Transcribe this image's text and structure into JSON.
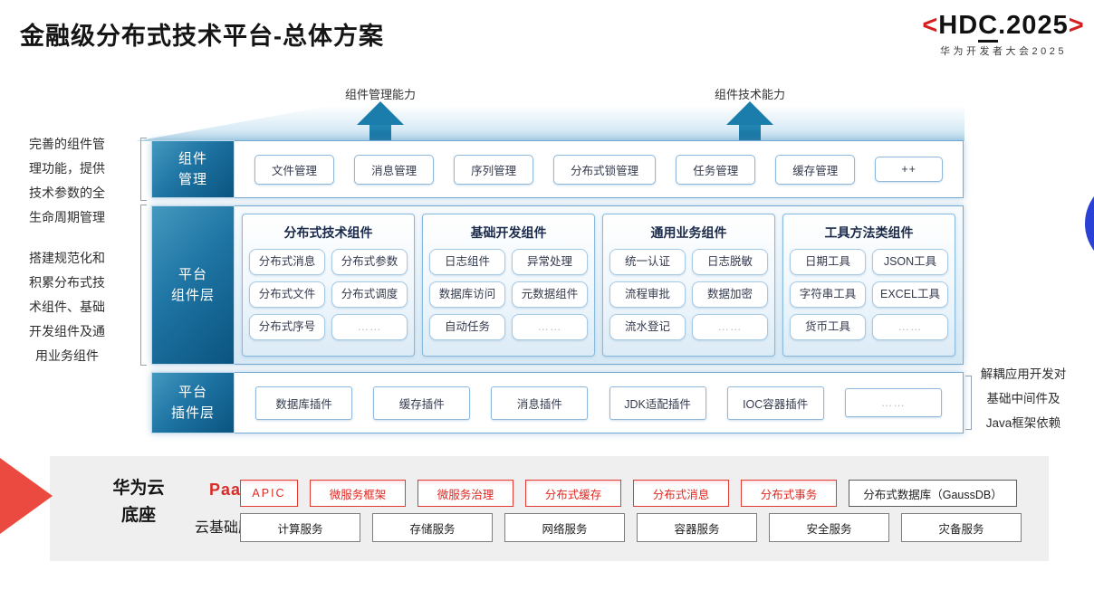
{
  "slide": {
    "title": "金融级分布式技术平台-总体方案"
  },
  "logo": {
    "left_bracket": "<",
    "main_pre": "HD",
    "main_underlined": "C",
    "main_post": ".2025",
    "right_bracket": ">",
    "subtitle": "华为开发者大会2025"
  },
  "notes": {
    "left_top": "完善的组件管理功能，提供技术参数的全生命周期管理",
    "left_bottom": "搭建规范化和积累分布式技术组件、基础开发组件及通用业务组件",
    "right": "解耦应用开发对基础中间件及Java框架依赖"
  },
  "arrows": {
    "left": "组件管理能力",
    "right": "组件技术能力"
  },
  "layers": {
    "management": {
      "label_line1": "组件",
      "label_line2": "管理",
      "items": [
        "文件管理",
        "消息管理",
        "序列管理",
        "分布式锁管理",
        "任务管理",
        "缓存管理",
        "++"
      ]
    },
    "platform_components": {
      "label_line1": "平台",
      "label_line2": "组件层",
      "columns": [
        {
          "header": "分布式技术组件",
          "items": [
            "分布式消息",
            "分布式参数",
            "分布式文件",
            "分布式调度",
            "分布式序号",
            "……"
          ]
        },
        {
          "header": "基础开发组件",
          "items": [
            "日志组件",
            "异常处理",
            "数据库访问",
            "元数据组件",
            "自动任务",
            "……"
          ]
        },
        {
          "header": "通用业务组件",
          "items": [
            "统一认证",
            "日志脱敏",
            "流程审批",
            "数据加密",
            "流水登记",
            "……"
          ]
        },
        {
          "header": "工具方法类组件",
          "items": [
            "日期工具",
            "JSON工具",
            "字符串工具",
            "EXCEL工具",
            "货币工具",
            "……"
          ]
        }
      ]
    },
    "platform_plugins": {
      "label_line1": "平台",
      "label_line2": "插件层",
      "items": [
        "数据库插件",
        "缓存插件",
        "消息插件",
        "JDK适配插件",
        "IOC容器插件",
        "……"
      ]
    }
  },
  "foundation": {
    "label_line1": "华为云",
    "label_line2": "底座",
    "paas_label": "PaaS",
    "paas_items": [
      "APIC",
      "微服务框架",
      "微服务治理",
      "分布式缓存",
      "分布式消息",
      "分布式事务"
    ],
    "paas_db": "分布式数据库（GaussDB）",
    "iaas_label": "云基础服务",
    "iaas_items": [
      "计算服务",
      "存储服务",
      "网络服务",
      "容器服务",
      "安全服务",
      "灾备服务"
    ]
  },
  "colors": {
    "accent_red": "#EA4A40",
    "paas_red": "#D92B27",
    "layer_blue": "#0B5480",
    "arrow_blue": "#1B7DAB",
    "circle_blue": "#2941D6"
  }
}
